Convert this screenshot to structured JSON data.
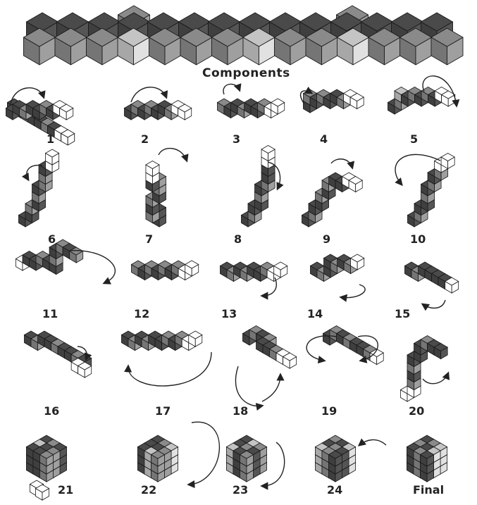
{
  "title": "Components",
  "steps": [
    "1",
    "2",
    "3",
    "4",
    "5",
    "6",
    "7",
    "8",
    "9",
    "10",
    "11",
    "12",
    "13",
    "14",
    "15",
    "16",
    "17",
    "18",
    "19",
    "20",
    "21",
    "22",
    "23",
    "24",
    "Final"
  ],
  "shades": {
    "dark": "#4a4a4a",
    "mid": "#8a8a8a",
    "light": "#c4c4c4",
    "white": "#ffffff",
    "outline": "#1a1a1a"
  }
}
